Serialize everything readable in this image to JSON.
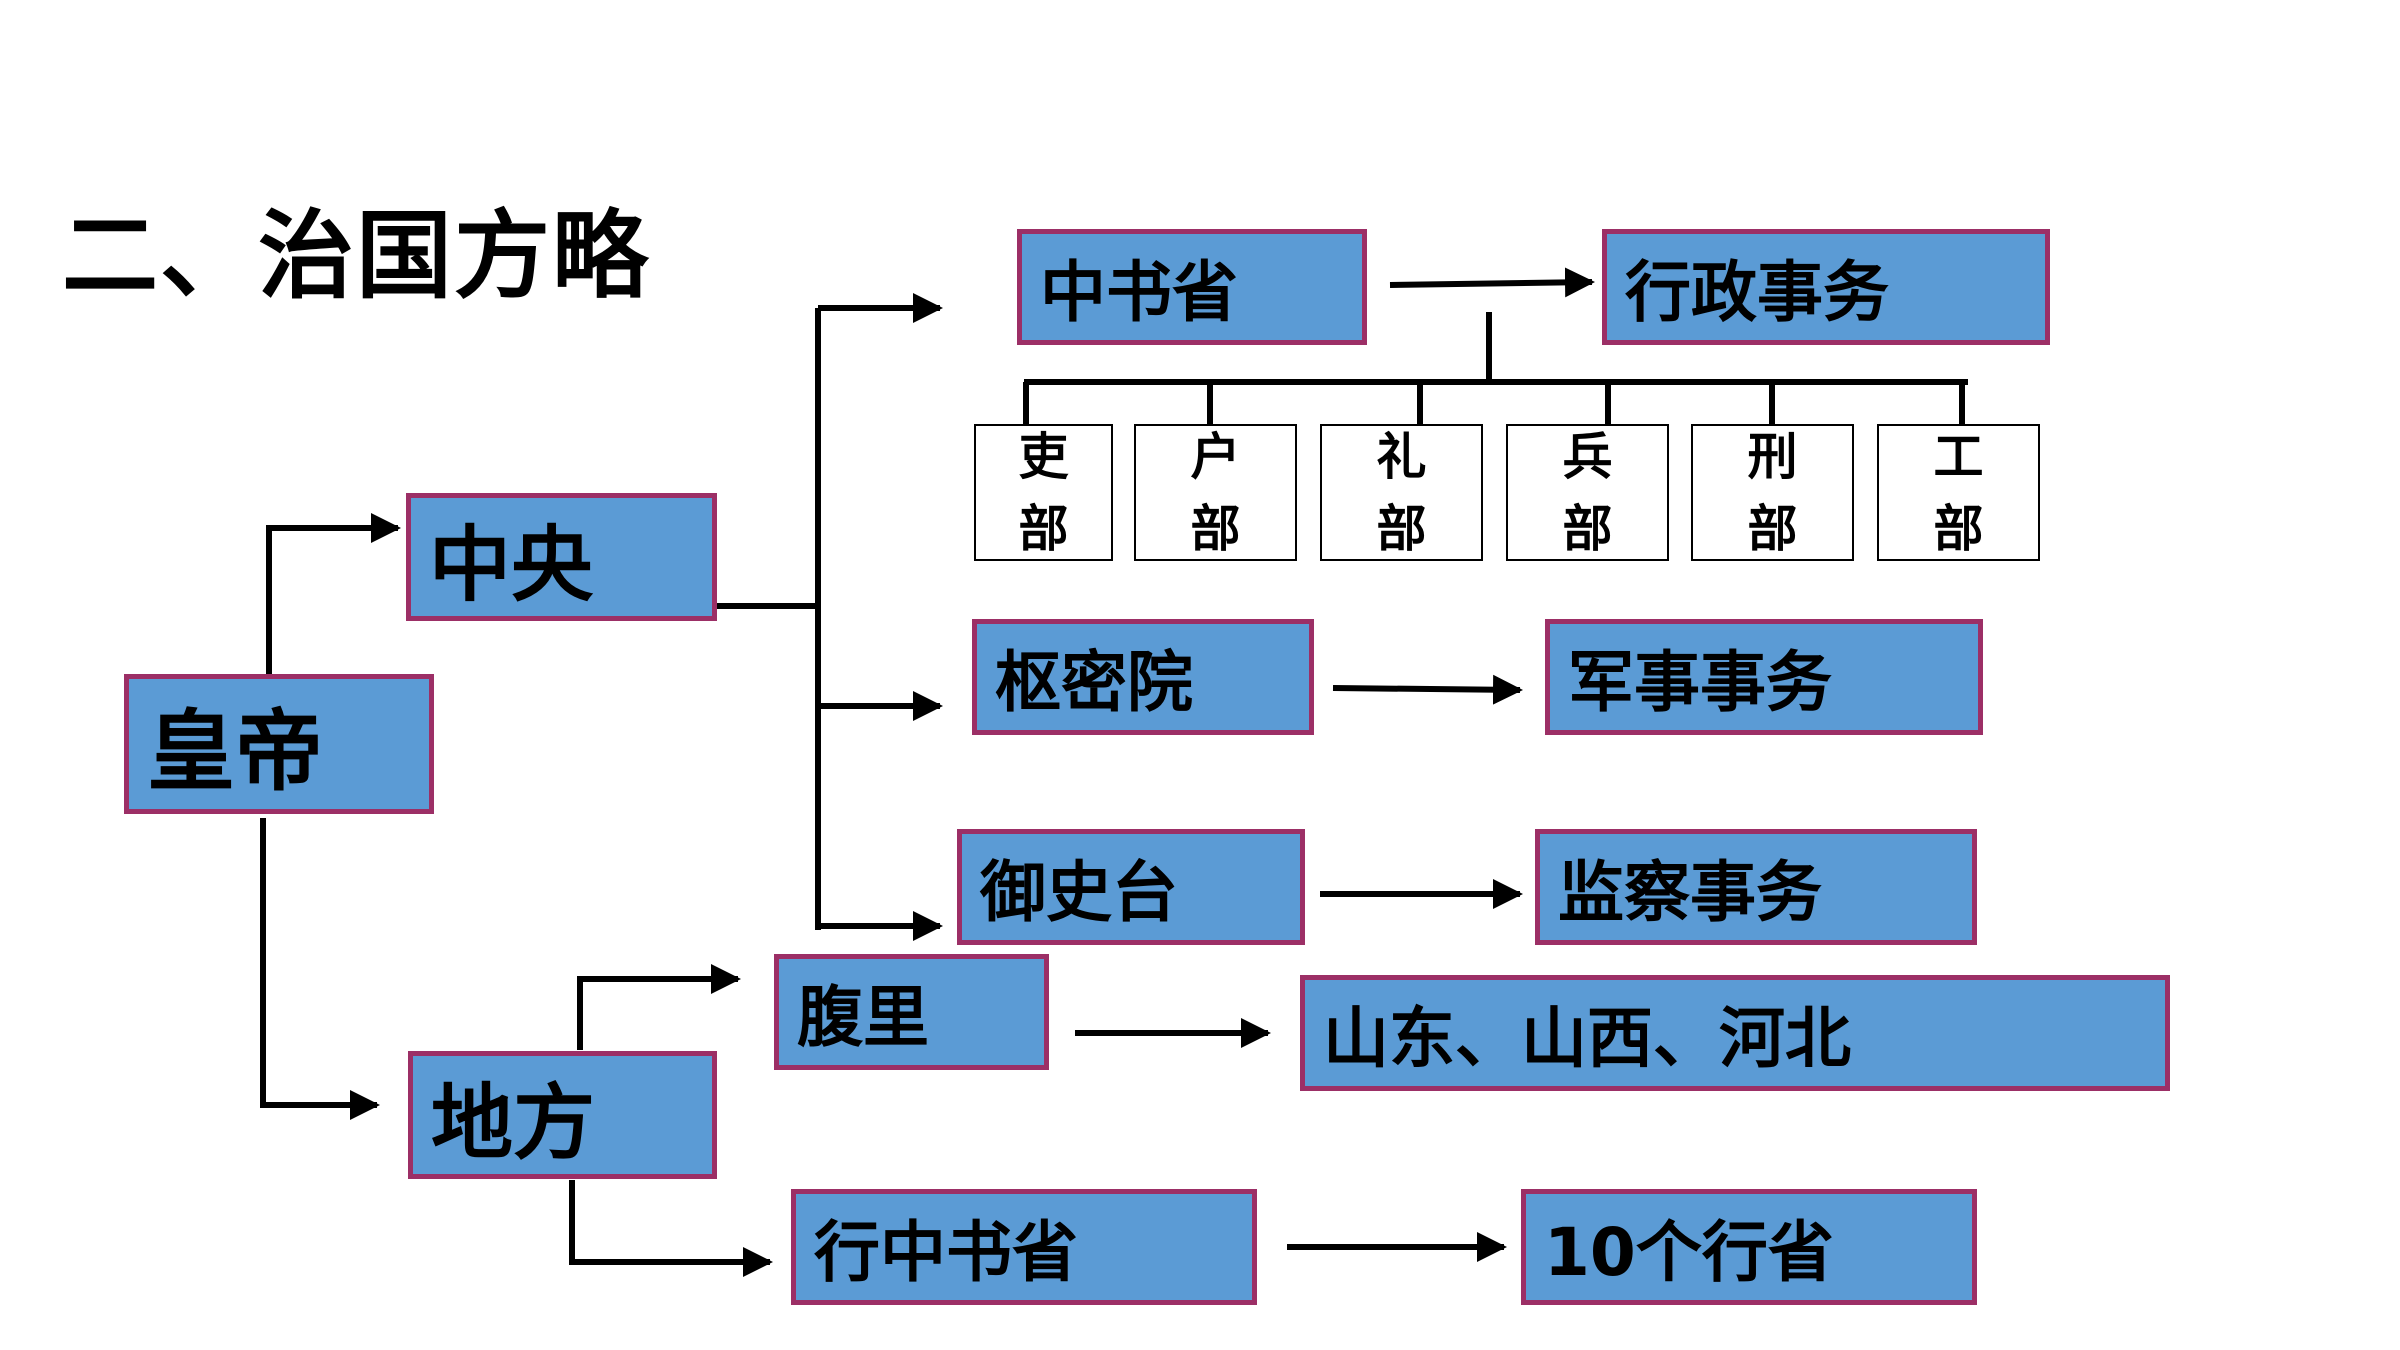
{
  "title": "二、治国方略",
  "nodes": {
    "emperor": "皇帝",
    "central": "中央",
    "local": "地方",
    "zhongshu": "中书省",
    "admin_affairs": "行政事务",
    "shumiyuan": "枢密院",
    "military_affairs": "军事事务",
    "yushitai": "御史台",
    "supervision_affairs": "监察事务",
    "fuli": "腹里",
    "fuli_regions": "山东、山西、河北",
    "xingzhongshu": "行中书省",
    "ten_provinces": "10个行省"
  },
  "departments": [
    {
      "char": "吏",
      "suffix": "部"
    },
    {
      "char": "户",
      "suffix": "部"
    },
    {
      "char": "礼",
      "suffix": "部"
    },
    {
      "char": "兵",
      "suffix": "部"
    },
    {
      "char": "刑",
      "suffix": "部"
    },
    {
      "char": "工",
      "suffix": "部"
    }
  ],
  "colors": {
    "box_fill": "#5b9bd5",
    "box_border": "#9c2f66",
    "line": "#000000"
  }
}
